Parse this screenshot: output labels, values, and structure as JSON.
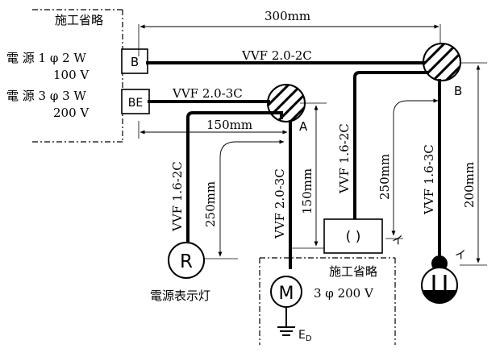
{
  "annotations": {
    "omitted_top": "施工省略",
    "omitted_bottom": "施工省略"
  },
  "sources": [
    {
      "label": "電 源 1 φ 2 W",
      "voltage": "100 V",
      "box": "B"
    },
    {
      "label": "電 源 3 φ 3 W",
      "voltage": "200 V",
      "box": "BE"
    }
  ],
  "cables": {
    "top": "VVF 2.0-2C",
    "mid": "VVF 2.0-3C",
    "lamp": "VVF 1.6-2C",
    "motor": "VVF 2.0-3C",
    "switch": "VVF 1.6-2C",
    "outlet": "VVF 1.6-3C"
  },
  "dimensions": {
    "top": "300mm",
    "mid": "150mm",
    "lamp_vert": "250mm",
    "motor_vert": "150mm",
    "switch_vert": "250mm",
    "outlet_vert": "200mm"
  },
  "junctions": {
    "a": "A",
    "b": "B"
  },
  "devices": {
    "lamp_symbol": "R",
    "lamp_label": "電源表示灯",
    "motor_symbol": "M",
    "motor_label": "3 φ 200 V",
    "ground": "E",
    "ground_sub": "D",
    "switch_symbol": "( )",
    "switch_mark": "イ",
    "outlet_mark": "イ"
  }
}
